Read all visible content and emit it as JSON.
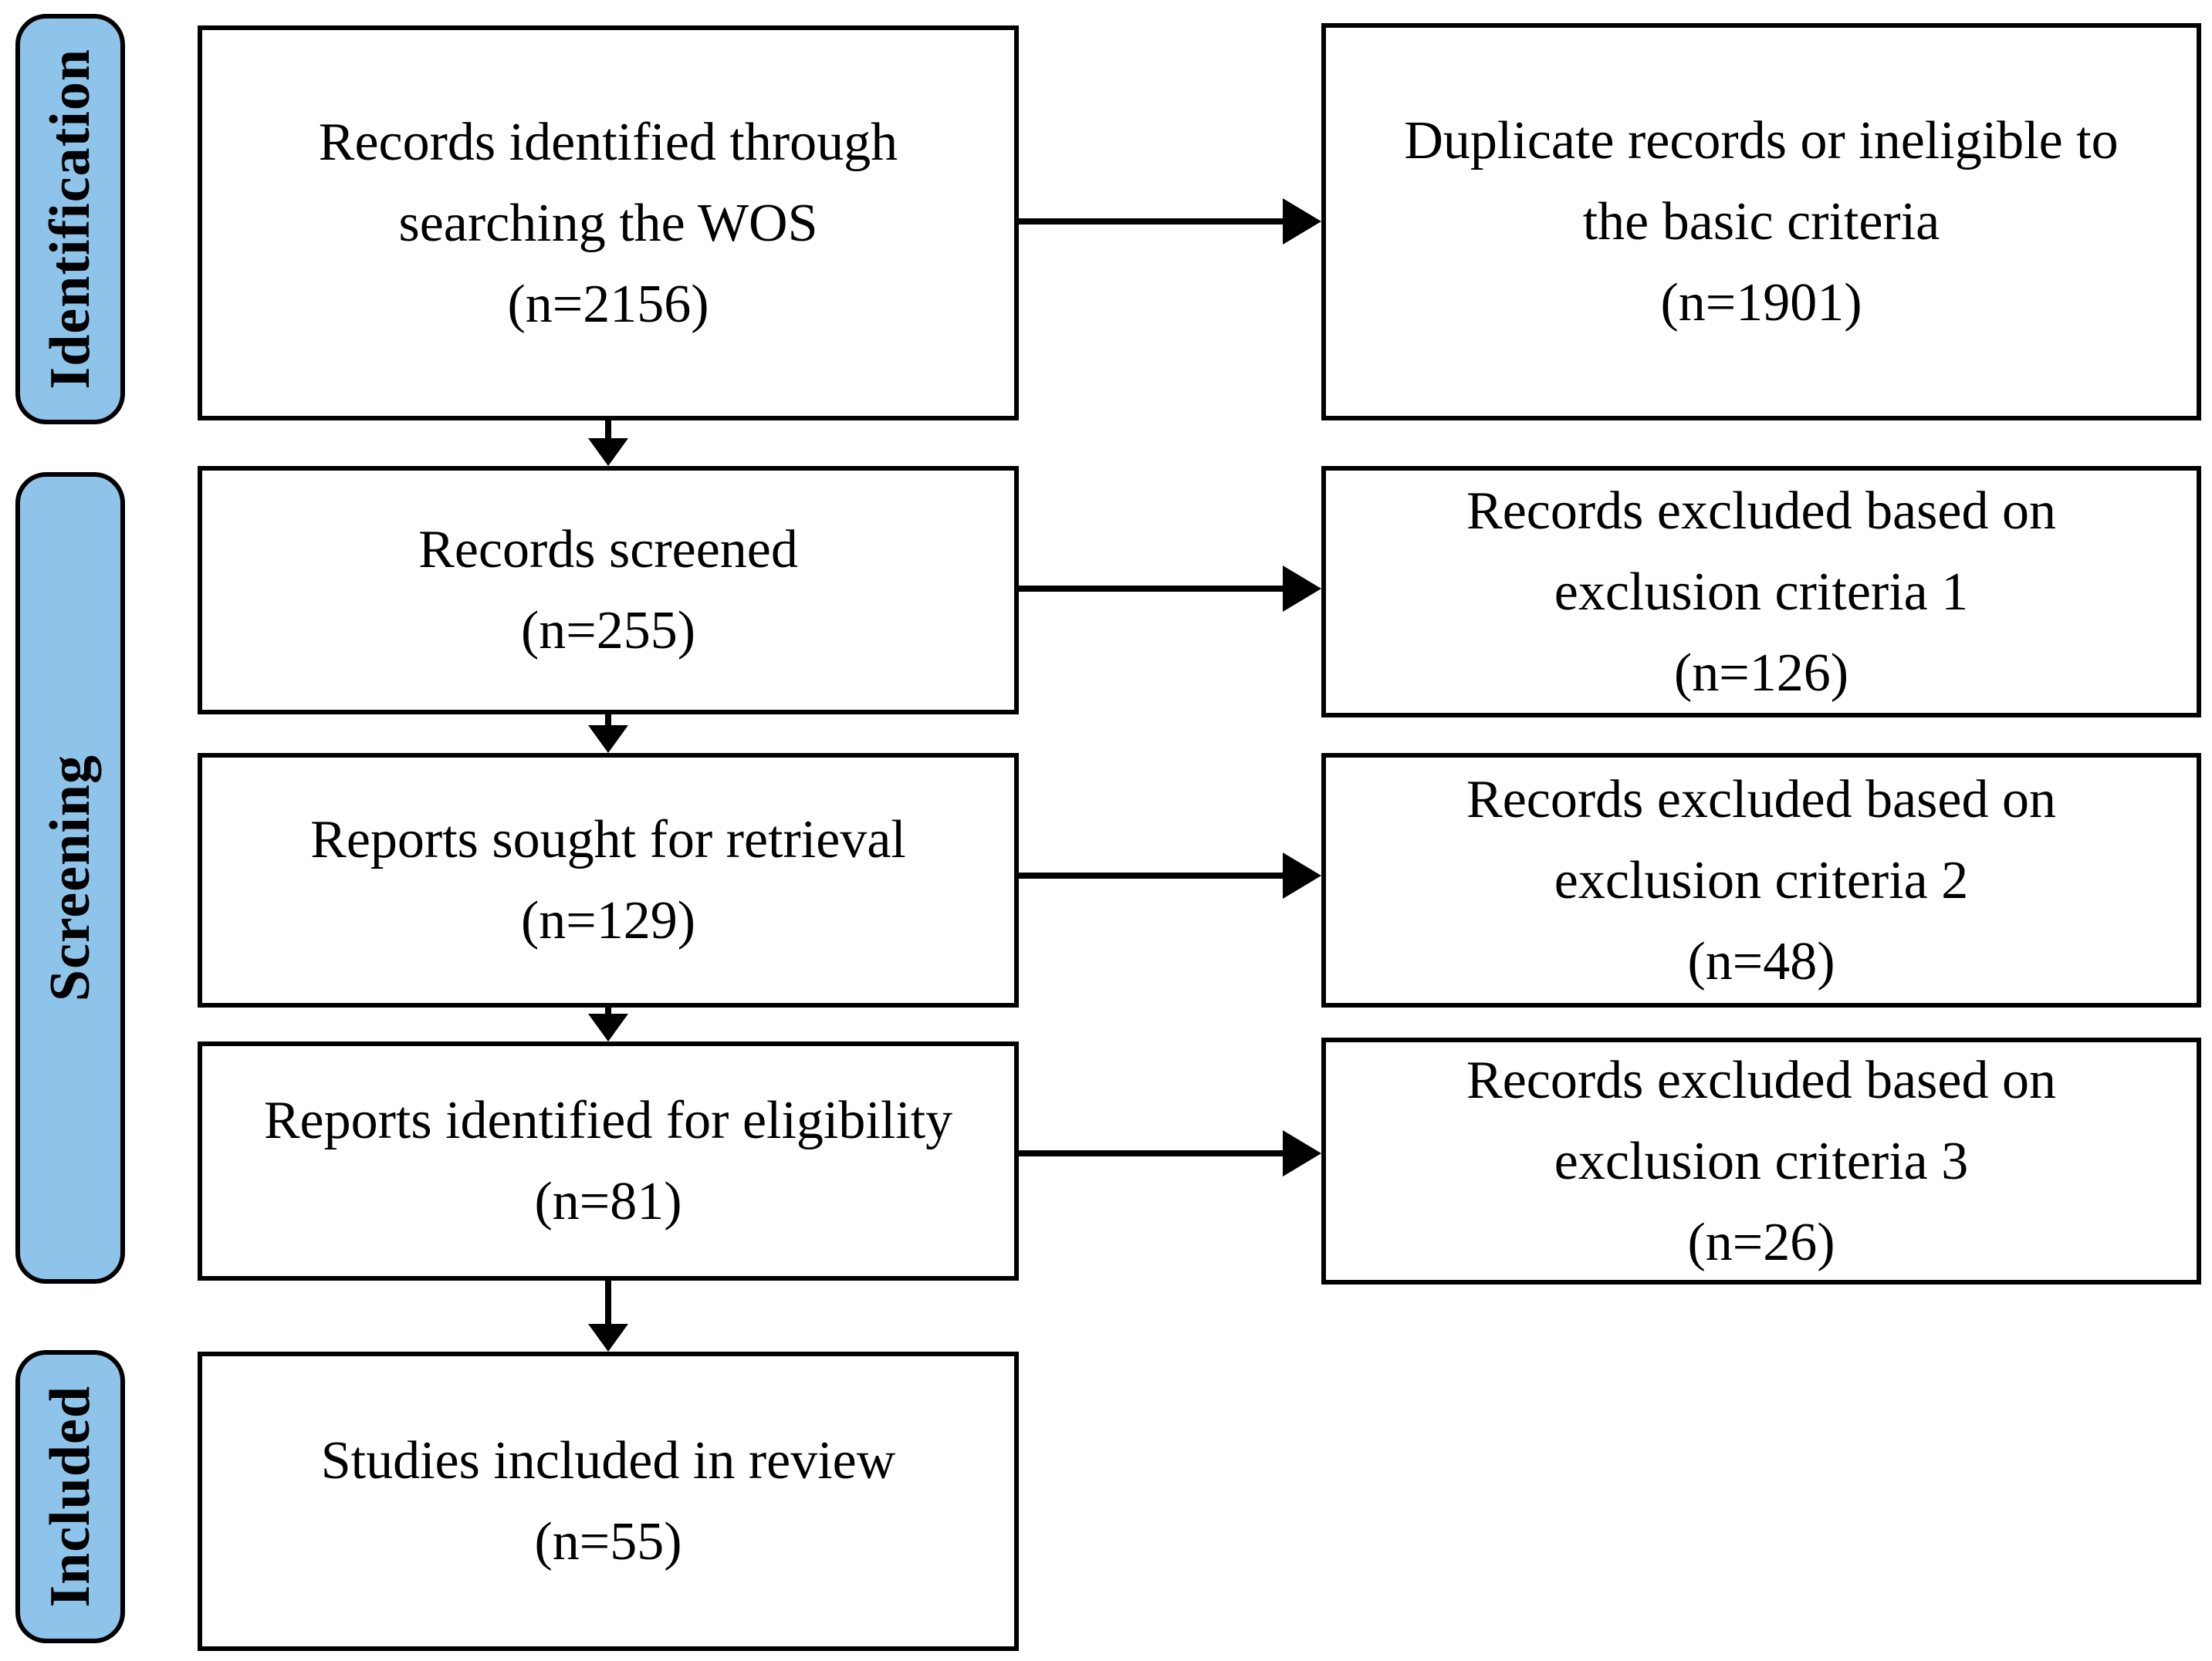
{
  "colors": {
    "stage_fill": "#8EC4E9",
    "box_border": "#000000",
    "background": "#FFFFFF",
    "text": "#000000"
  },
  "stages": [
    {
      "label": "Identification"
    },
    {
      "label": "Screening"
    },
    {
      "label": "Included"
    }
  ],
  "flow_boxes": [
    {
      "n": 2156,
      "lines": [
        "Records identified through",
        "searching the WOS",
        "(n=2156)"
      ]
    },
    {
      "n": 255,
      "lines": [
        "Records screened",
        "(n=255)"
      ]
    },
    {
      "n": 129,
      "lines": [
        "Reports sought for retrieval",
        "(n=129)"
      ]
    },
    {
      "n": 81,
      "lines": [
        "Reports identified for eligibility",
        "(n=81)"
      ]
    },
    {
      "n": 55,
      "lines": [
        "Studies included in review",
        "(n=55)"
      ]
    }
  ],
  "exclusion_boxes": [
    {
      "n": 1901,
      "lines": [
        "Duplicate records or ineligible to",
        "the basic criteria",
        "(n=1901)"
      ]
    },
    {
      "n": 126,
      "lines": [
        "Records excluded based on",
        "exclusion criteria 1",
        "(n=126)"
      ]
    },
    {
      "n": 48,
      "lines": [
        "Records excluded based on",
        "exclusion criteria 2",
        "(n=48)"
      ]
    },
    {
      "n": 26,
      "lines": [
        "Records excluded based on",
        "exclusion criteria 3",
        "(n=26)"
      ]
    }
  ]
}
